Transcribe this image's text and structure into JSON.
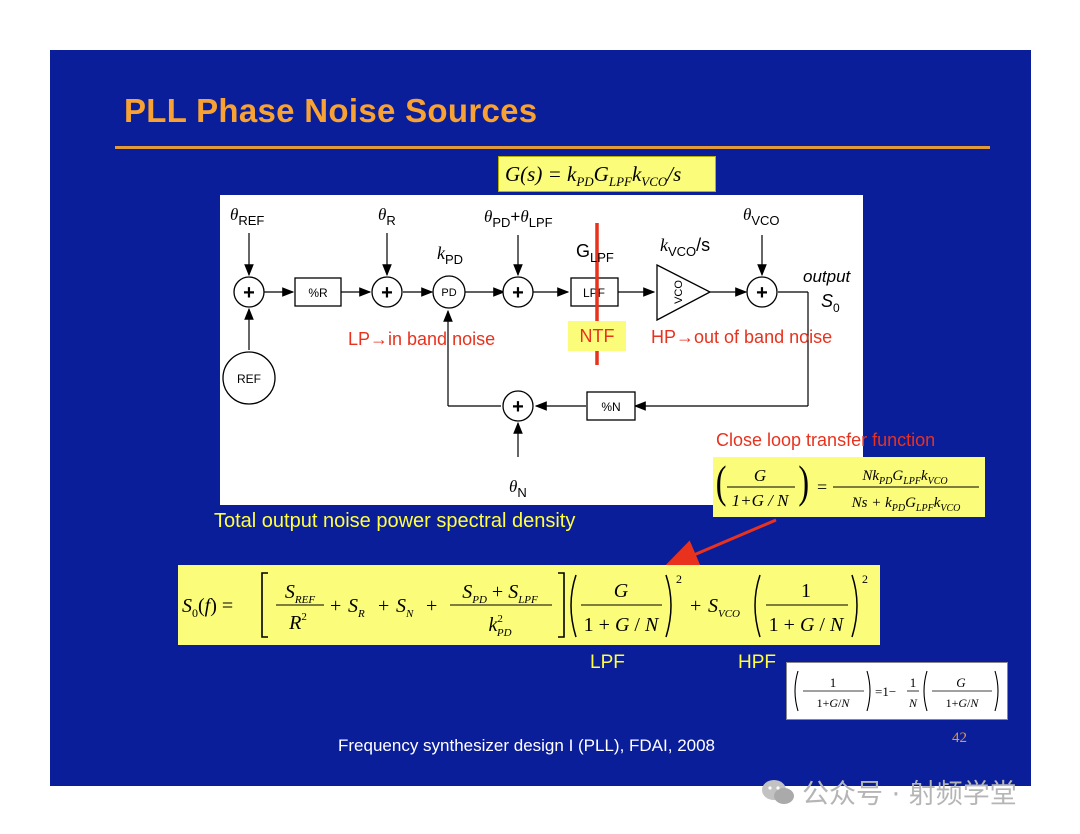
{
  "slide": {
    "title": "PLL Phase Noise Sources",
    "footer": "Frequency synthesizer design I (PLL), FDAI, 2008",
    "page_number": "42",
    "watermark": "公众号 · 射频学堂"
  },
  "loop_gain": {
    "lhs": "G(s) =",
    "rhs": "k_PD G_LPF k_VCO / s"
  },
  "diagram": {
    "noise_sources": {
      "ref": "θREF",
      "r": "θR",
      "pd_lpf": "θPD+θLPF",
      "vco": "θVCO",
      "n": "θN"
    },
    "gains": {
      "kpd": "kPD",
      "glpf": "GLPF",
      "kvco": "kVCO/s"
    },
    "blocks": {
      "ref": "REF",
      "div_r": "%R",
      "pd": "PD",
      "lpf": "LPF",
      "vco": "VCO",
      "div_n": "%N"
    },
    "output_label": "output",
    "output_symbol": "S0",
    "ntf_label": "NTF",
    "lp_note": "LP→in band noise",
    "hp_note": "HP→out of band noise"
  },
  "closed_loop": {
    "label": "Close loop transfer function",
    "lhs_num": "G",
    "lhs_den": "1+G / N",
    "rhs_num": "Nk_PD G_LPF k_VCO",
    "rhs_den": "Ns + k_PD G_LPF k_VCO"
  },
  "psd": {
    "label": "Total output noise power spectral density",
    "lhs": "S0(f) =",
    "lpf_label": "LPF",
    "hpf_label": "HPF"
  },
  "identity": {
    "text": "(1/(1+G/N)) = 1 − (1/N)(G/(1+G/N))"
  },
  "colors": {
    "background": "#0b1e9a",
    "title": "#f7a232",
    "highlight": "#fafc7a",
    "accent_red": "#e8321e",
    "label_yellow": "#ffff40"
  }
}
